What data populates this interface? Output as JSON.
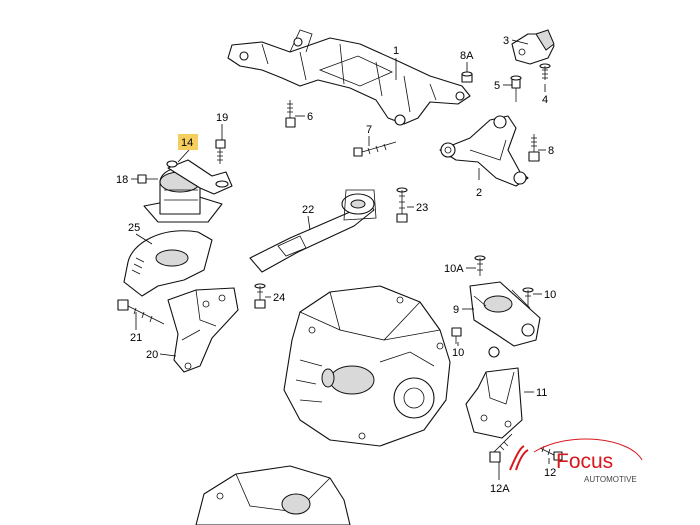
{
  "labels": {
    "l1": "1",
    "l2": "2",
    "l3": "3",
    "l4": "4",
    "l5": "5",
    "l6": "6",
    "l7": "7",
    "l8": "8",
    "l8a": "8A",
    "l9": "9",
    "l10a": "10A",
    "l10b": "10",
    "l10c": "10",
    "l11": "11",
    "l12": "12",
    "l12a": "12A",
    "l14": "14",
    "l18": "18",
    "l19": "19",
    "l20": "20",
    "l21": "21",
    "l22": "22",
    "l23": "23",
    "l24": "24",
    "l25": "25"
  },
  "highlight": {
    "color": "#f5c542"
  },
  "logo": {
    "name": "Focus",
    "sub": "AUTOMOTIVE",
    "color": "#d71920"
  }
}
